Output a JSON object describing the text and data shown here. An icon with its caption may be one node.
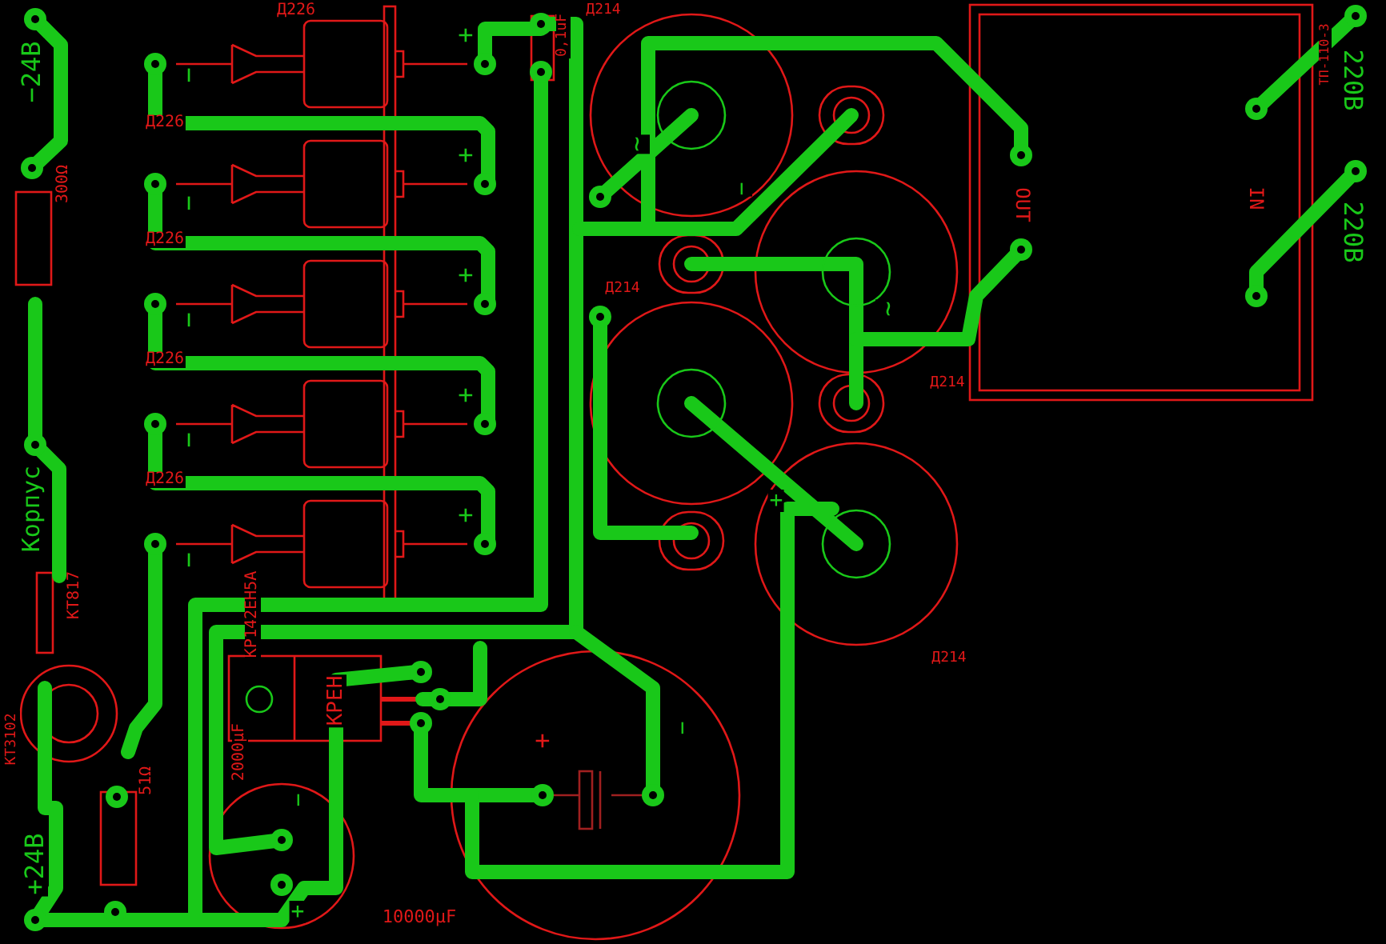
{
  "diagram": {
    "labels": [
      "Д226",
      "−24В",
      "300Ω",
      "+",
      "−",
      "Д226",
      "+",
      "−",
      "Д226",
      "+",
      "−",
      "Д226",
      "+",
      "−",
      "Д226",
      "+",
      "−",
      "0,1uF",
      "Д214",
      "~",
      "−",
      "Д214",
      "~",
      "Д214",
      "+",
      "Д214",
      "OUT",
      "IN",
      "ТП-110-3",
      "220В",
      "220В",
      "Корпус",
      "КТ817",
      "КР142ЕН5А",
      "КТ3102",
      "КРЕН",
      "2000μF",
      "51Ω",
      "+",
      "−",
      "−",
      "+24В",
      "+",
      "10000μF"
    ]
  }
}
